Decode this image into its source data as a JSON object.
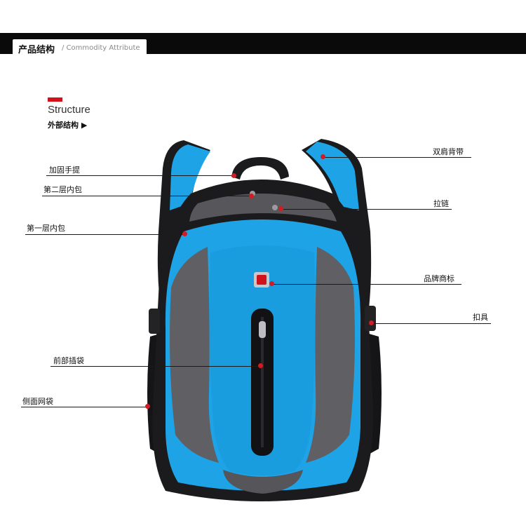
{
  "header": {
    "title": "产品结构",
    "subtitle": "/ Commodity Attribute"
  },
  "structure": {
    "title_en": "Structure",
    "title_cn": "外部结构 ▶"
  },
  "callouts": {
    "reinforced_handle": "加固手提",
    "second_inner_pocket": "第二层内包",
    "first_inner_pocket": "第一层内包",
    "front_pocket": "前部插袋",
    "side_mesh_pocket": "侧面网袋",
    "shoulder_straps": "双肩背带",
    "zipper": "拉链",
    "brand_logo": "品牌商标",
    "buckle": "扣具"
  },
  "colors": {
    "header_bar": "#0a0a0a",
    "accent_red": "#d0121b",
    "bag_blue": "#1ea4e6",
    "bag_gray": "#5f5f62",
    "bag_black": "#1b1b1d"
  }
}
